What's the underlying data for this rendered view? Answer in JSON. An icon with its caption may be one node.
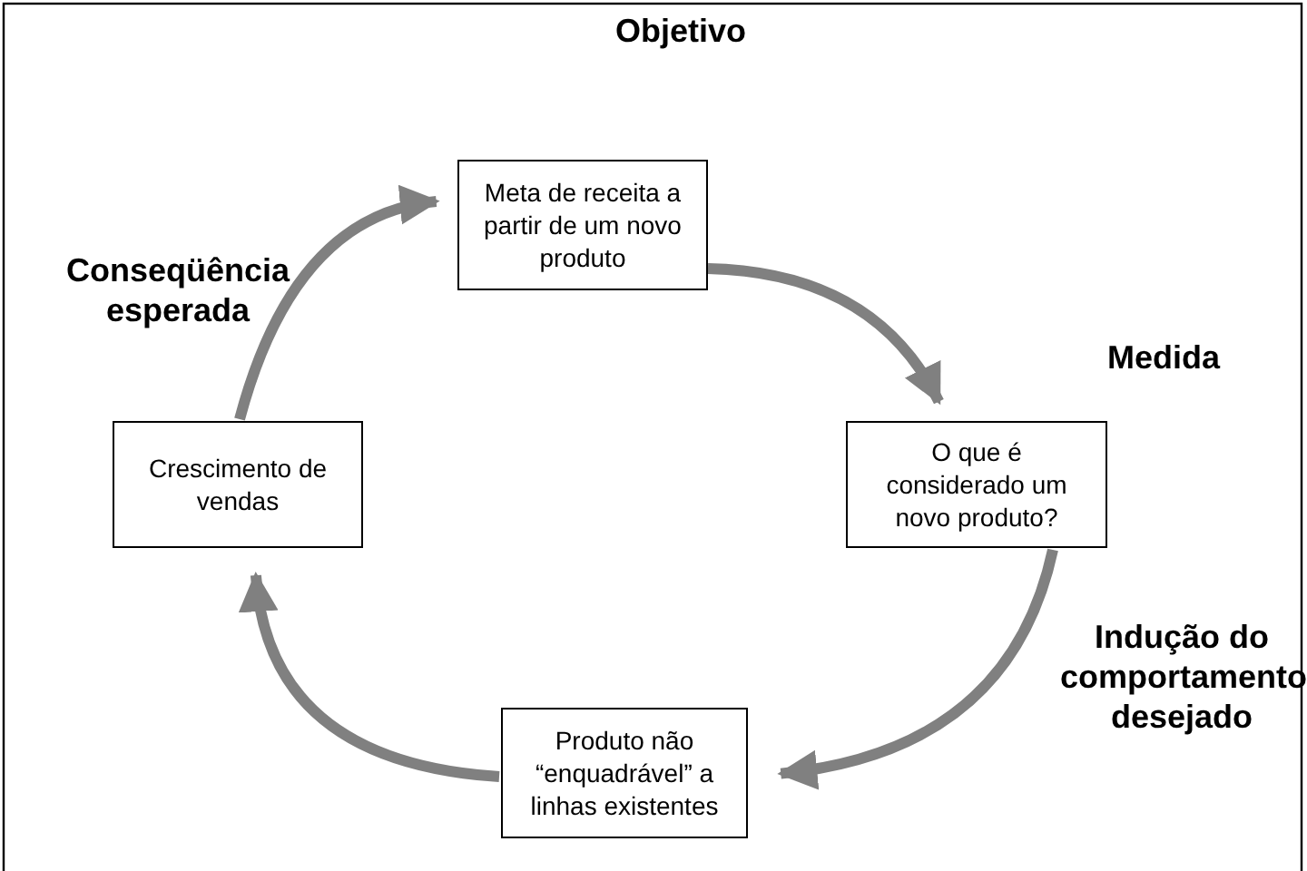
{
  "diagram": {
    "nodes": [
      {
        "text": [
          "Meta de receita a partir de um novo produto"
        ]
      },
      {
        "text": [
          "O que é considerado um novo produto?"
        ]
      },
      {
        "text": [
          "Produto não “enquadrável” a linhas existentes"
        ]
      },
      {
        "text": [
          "Crescimento de vendas"
        ]
      }
    ],
    "edges": [
      {
        "from": 0,
        "to": 1,
        "arrow": "to"
      },
      {
        "from": 1,
        "to": 2,
        "arrow": "to"
      },
      {
        "from": 2,
        "to": 3,
        "arrow": "to"
      },
      {
        "from": 3,
        "to": 0,
        "arrow": "to"
      }
    ],
    "labels": [
      "Objetivo",
      "Conseqüência esperada",
      "Medida",
      "Indução do comportamento desejado"
    ]
  }
}
